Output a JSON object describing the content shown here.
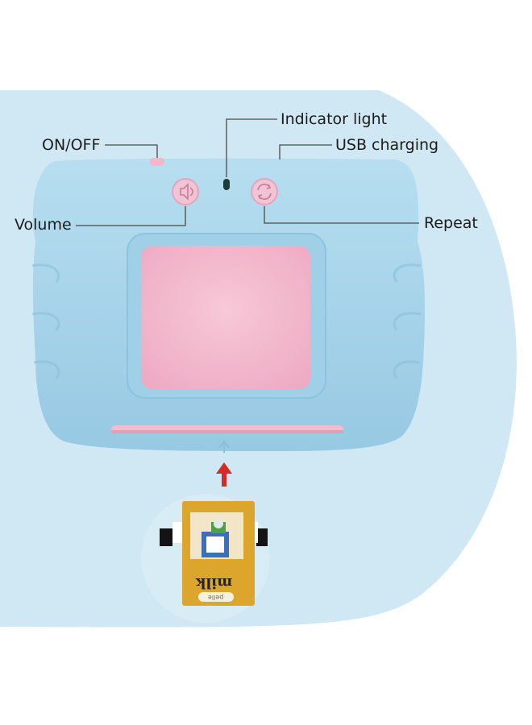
{
  "callouts": {
    "on_off": "ON/OFF",
    "indicator_light": "Indicator light",
    "usb_charging": "USB charging",
    "volume": "Volume",
    "repeat": "Repeat"
  },
  "card": {
    "word": "milk",
    "caption": "pelle"
  },
  "colors": {
    "backdrop_blue": "#cfe8f3",
    "device_blue": "#a8d4ea",
    "screen_pink": "#f3b8cc",
    "button_pink": "#f0c4d4",
    "arrow_red": "#d62a25",
    "card_yellow": "#dca52c"
  }
}
